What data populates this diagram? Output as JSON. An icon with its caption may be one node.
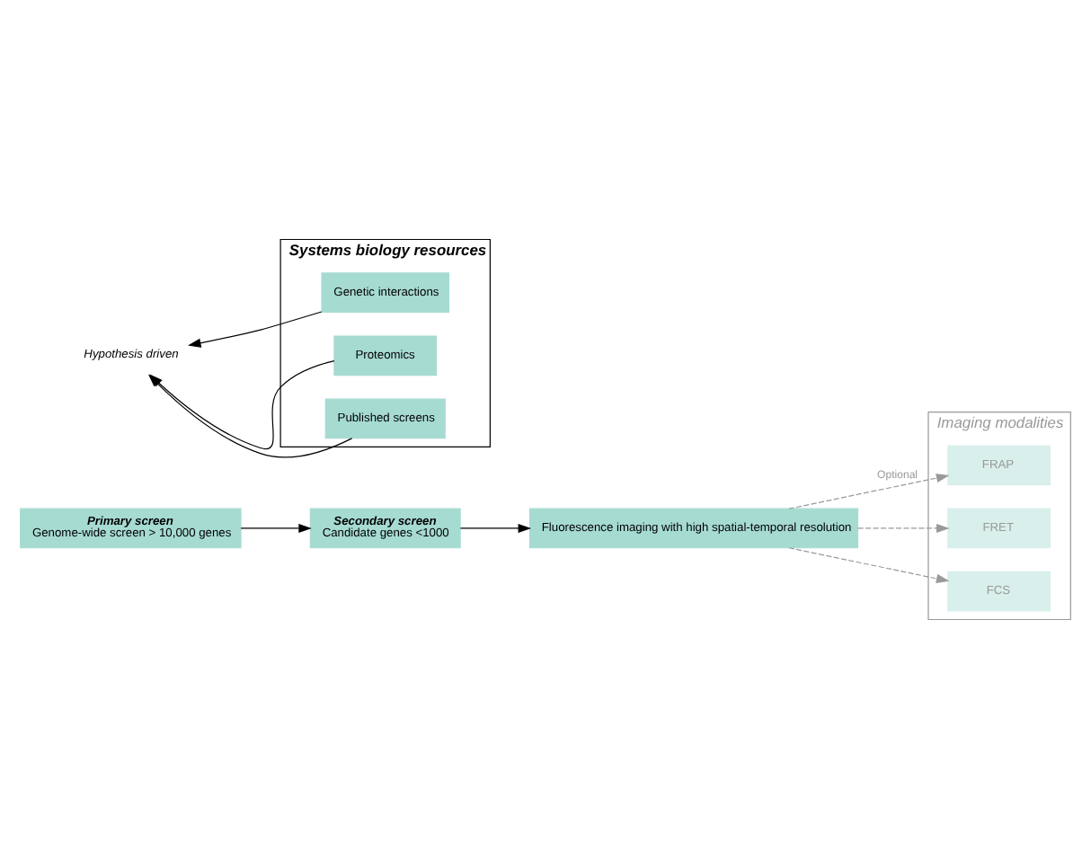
{
  "diagram": {
    "nodes": [
      {
        "text": [
          "Primary screen",
          "Genome-wide screen > 10,000 genes"
        ]
      },
      {
        "text": [
          "Secondary screen",
          "Candidate genes <1000"
        ]
      },
      {
        "text": [
          "Hypothesis driven"
        ]
      },
      {
        "text": [
          "Systems biology resources"
        ]
      },
      {
        "text": [
          "Genetic interactions"
        ],
        "in": 3
      },
      {
        "text": [
          "Proteomics"
        ],
        "in": 3
      },
      {
        "text": [
          "Published screens"
        ],
        "in": 3
      },
      {
        "text": [
          "Fluorescence imaging with high spatial-temporal resolution"
        ]
      },
      {
        "text": [
          "Imaging modalities"
        ]
      },
      {
        "text": [
          "FRAP"
        ],
        "in": 8
      },
      {
        "text": [
          "FRET"
        ],
        "in": 8
      },
      {
        "text": [
          "FCS"
        ],
        "in": 8
      }
    ],
    "edges": [
      {
        "from": 0,
        "to": 1,
        "arrow": "to"
      },
      {
        "from": 4,
        "to": 2,
        "arrow": "to"
      },
      {
        "from": 5,
        "to": 2,
        "arrow": "to"
      },
      {
        "from": 6,
        "to": 2,
        "arrow": "to"
      },
      {
        "from": 1,
        "to": 7,
        "arrow": "to"
      },
      {
        "from": 7,
        "to": 9,
        "arrow": "to",
        "label": "Optional",
        "style": "dashed",
        "color": "#999999"
      },
      {
        "from": 7,
        "to": 10,
        "arrow": "to",
        "style": "dashed",
        "color": "#999999"
      },
      {
        "from": 7,
        "to": 11,
        "arrow": "to",
        "style": "dashed",
        "color": "#999999"
      }
    ]
  }
}
